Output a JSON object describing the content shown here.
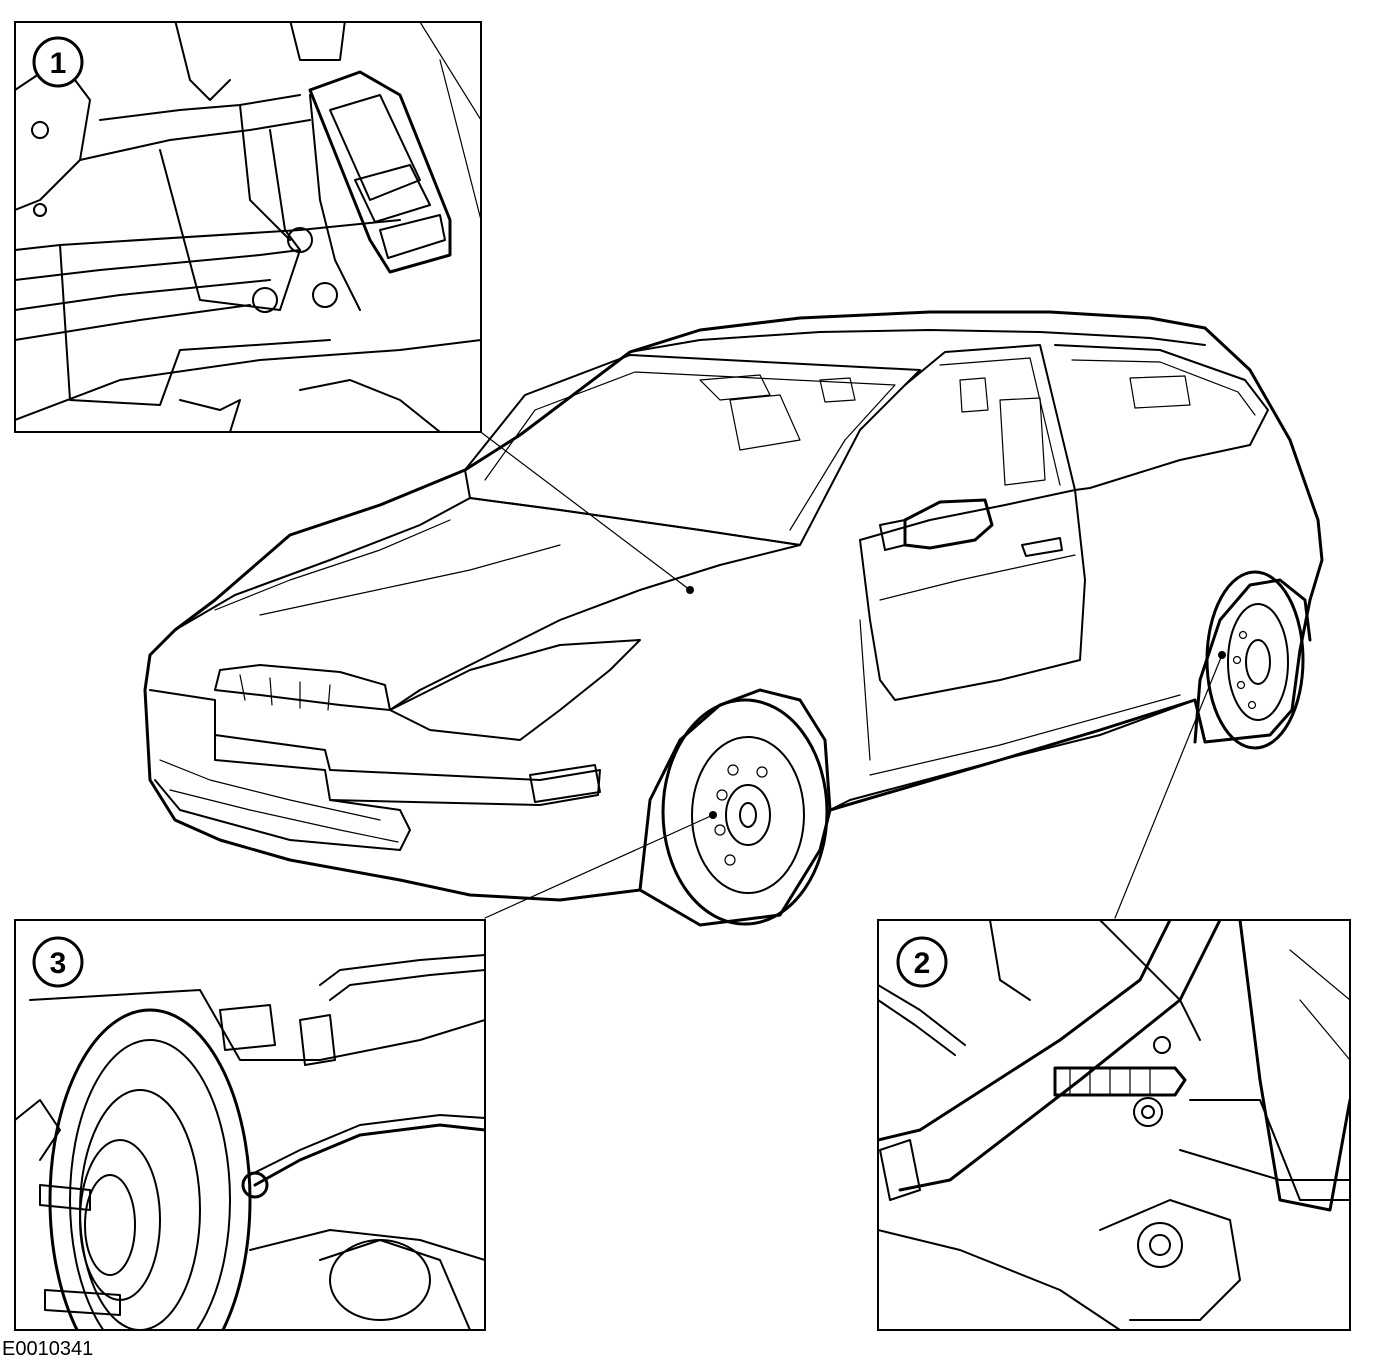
{
  "callouts": [
    {
      "number": "1"
    },
    {
      "number": "2"
    },
    {
      "number": "3"
    }
  ],
  "figure_id": "E0010341"
}
